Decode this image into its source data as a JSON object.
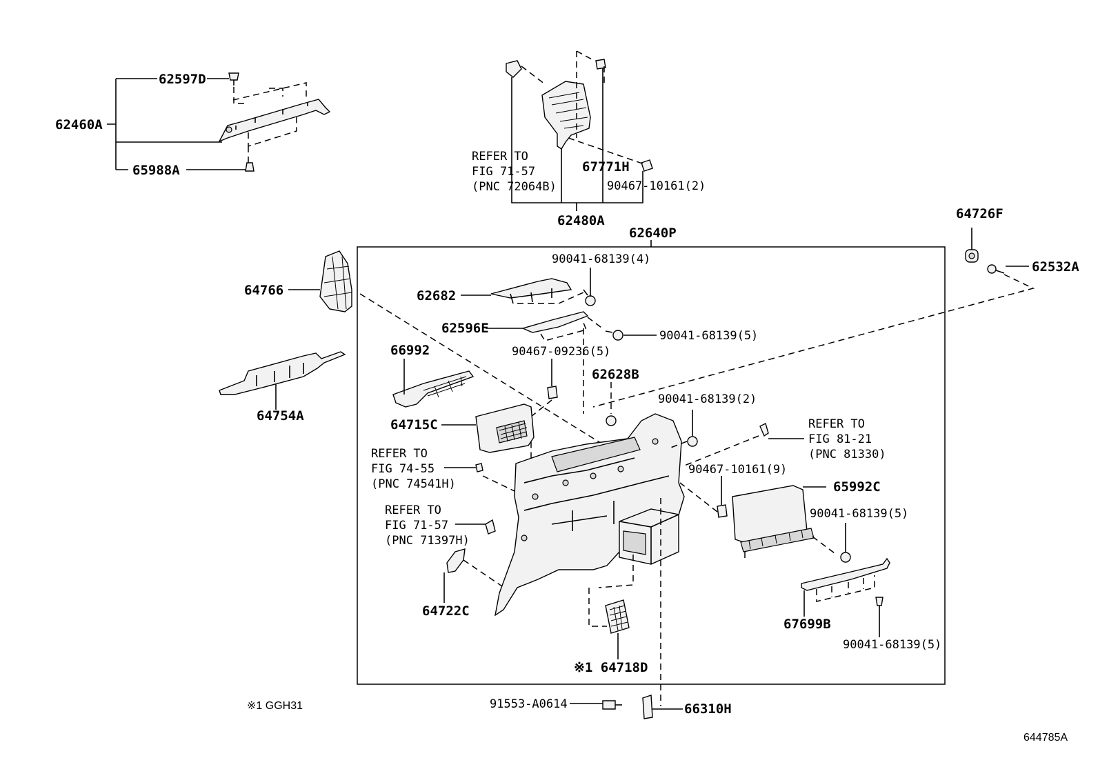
{
  "parts": {
    "p62597D": "62597D",
    "p62460A": "62460A",
    "p65988A": "65988A",
    "refer_71_57_a": [
      "REFER TO",
      "FIG 71-57",
      "(PNC 72064B)"
    ],
    "p67771H": "67771H",
    "p90467_10161_2": "90467-10161(2)",
    "p62480A": "62480A",
    "p62640P": "62640P",
    "p64726F": "64726F",
    "p62532A": "62532A",
    "p90041_68139_4": "90041-68139(4)",
    "p64766": "64766",
    "p62682": "62682",
    "p62596E": "62596E",
    "p90041_68139_5a": "90041-68139(5)",
    "p66992": "66992",
    "p90467_09236_5": "90467-09236(5)",
    "p62628B": "62628B",
    "p64754A": "64754A",
    "p90041_68139_2": "90041-68139(2)",
    "p64715C": "64715C",
    "refer_81_21": [
      "REFER TO",
      "FIG 81-21",
      "(PNC 81330)"
    ],
    "refer_74_55": [
      "REFER TO",
      "FIG 74-55",
      "(PNC 74541H)"
    ],
    "p90467_10161_9": "90467-10161(9)",
    "p65992C": "65992C",
    "refer_71_57_b": [
      "REFER TO",
      "FIG 71-57",
      "(PNC 71397H)"
    ],
    "p90041_68139_5b": "90041-68139(5)",
    "p64722C": "64722C",
    "p67699B": "67699B",
    "p90041_68139_5c": "90041-68139(5)",
    "p64718D": "※1 64718D",
    "p91553_A0614": "91553-A0614",
    "p66310H": "66310H"
  },
  "footnote": "※1 GGH31",
  "figure_id": "644785A"
}
